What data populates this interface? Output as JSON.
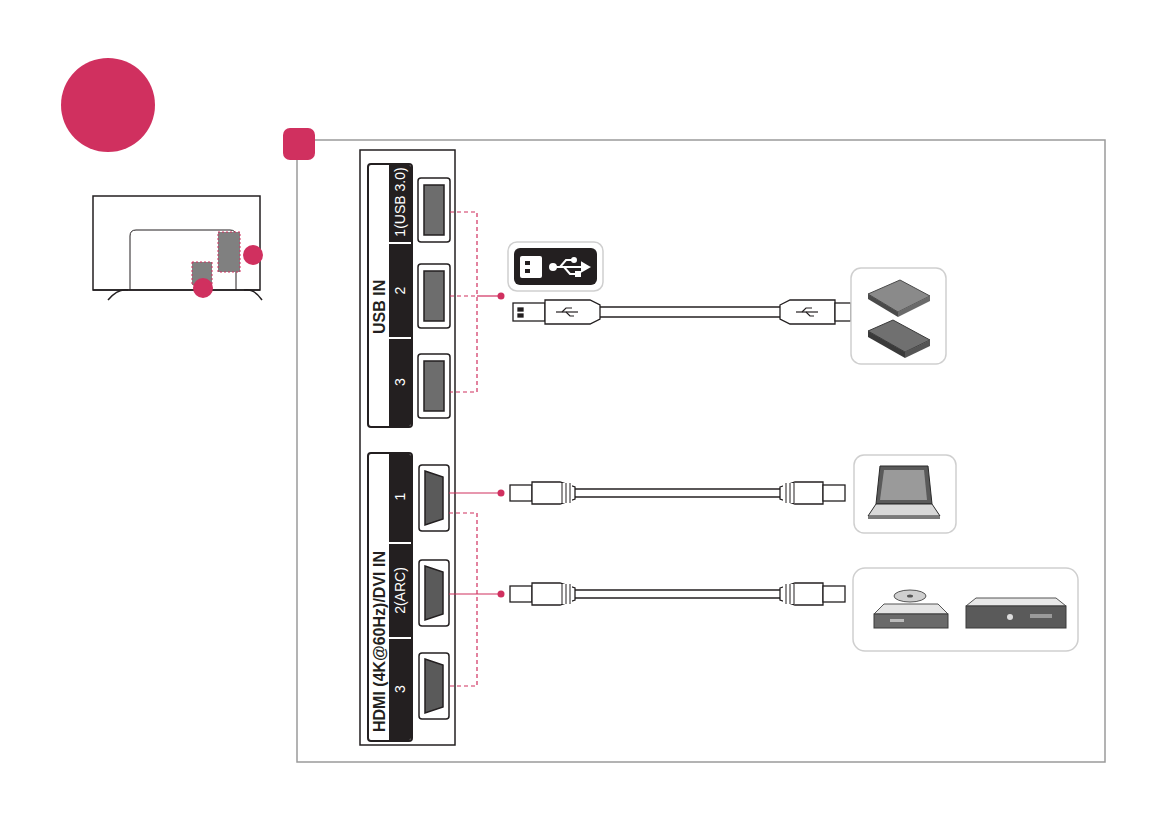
{
  "diagram": {
    "nodes": [
      {
        "text": [
          "USB IN",
          "1(USB 3.0)",
          "2",
          "3"
        ]
      },
      {
        "text": [
          "HDMI (4K@60Hz)/DVI IN",
          "1",
          "2(ARC)",
          "3"
        ]
      }
    ]
  }
}
